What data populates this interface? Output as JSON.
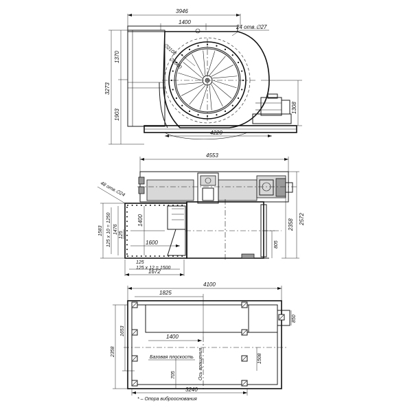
{
  "top_view": {
    "width_overall": "3946",
    "inlet_width": "1400",
    "holes_note": "24 отв.∅27",
    "diameter_outer": "∅2108",
    "diameter_inner": "∅2000",
    "height_upper": "1370",
    "height_total": "3273",
    "height_lower": "1903",
    "height_right": "1308",
    "base_length": "4220"
  },
  "middle_view": {
    "length_overall": "4553",
    "holes_note": "48 отв.∅24",
    "height_1583": "1583",
    "pitch_vertical": "125 x 10 = 1250",
    "height_1476": "1476",
    "height_1400": "1400",
    "step_125_left": "125",
    "length_1600": "1600",
    "height_805": "805",
    "height_2358": "2358",
    "height_2572": "2572",
    "step_125_bottom": "125",
    "pitch_horizontal": "125 x 12 = 1500",
    "length_1672": "1672"
  },
  "bottom_view": {
    "width_overall": "4100",
    "width_1825": "1825",
    "width_1400": "1400",
    "height_1653": "1653",
    "height_2358": "2358",
    "width_850": "850",
    "height_1508": "1508",
    "offset_705": "705",
    "base_plane_label": "Базовая плоскость",
    "rotation_axis_label": "Ось вращения",
    "width_3240": "3240",
    "footnote": "* – Опора виброоснования"
  }
}
